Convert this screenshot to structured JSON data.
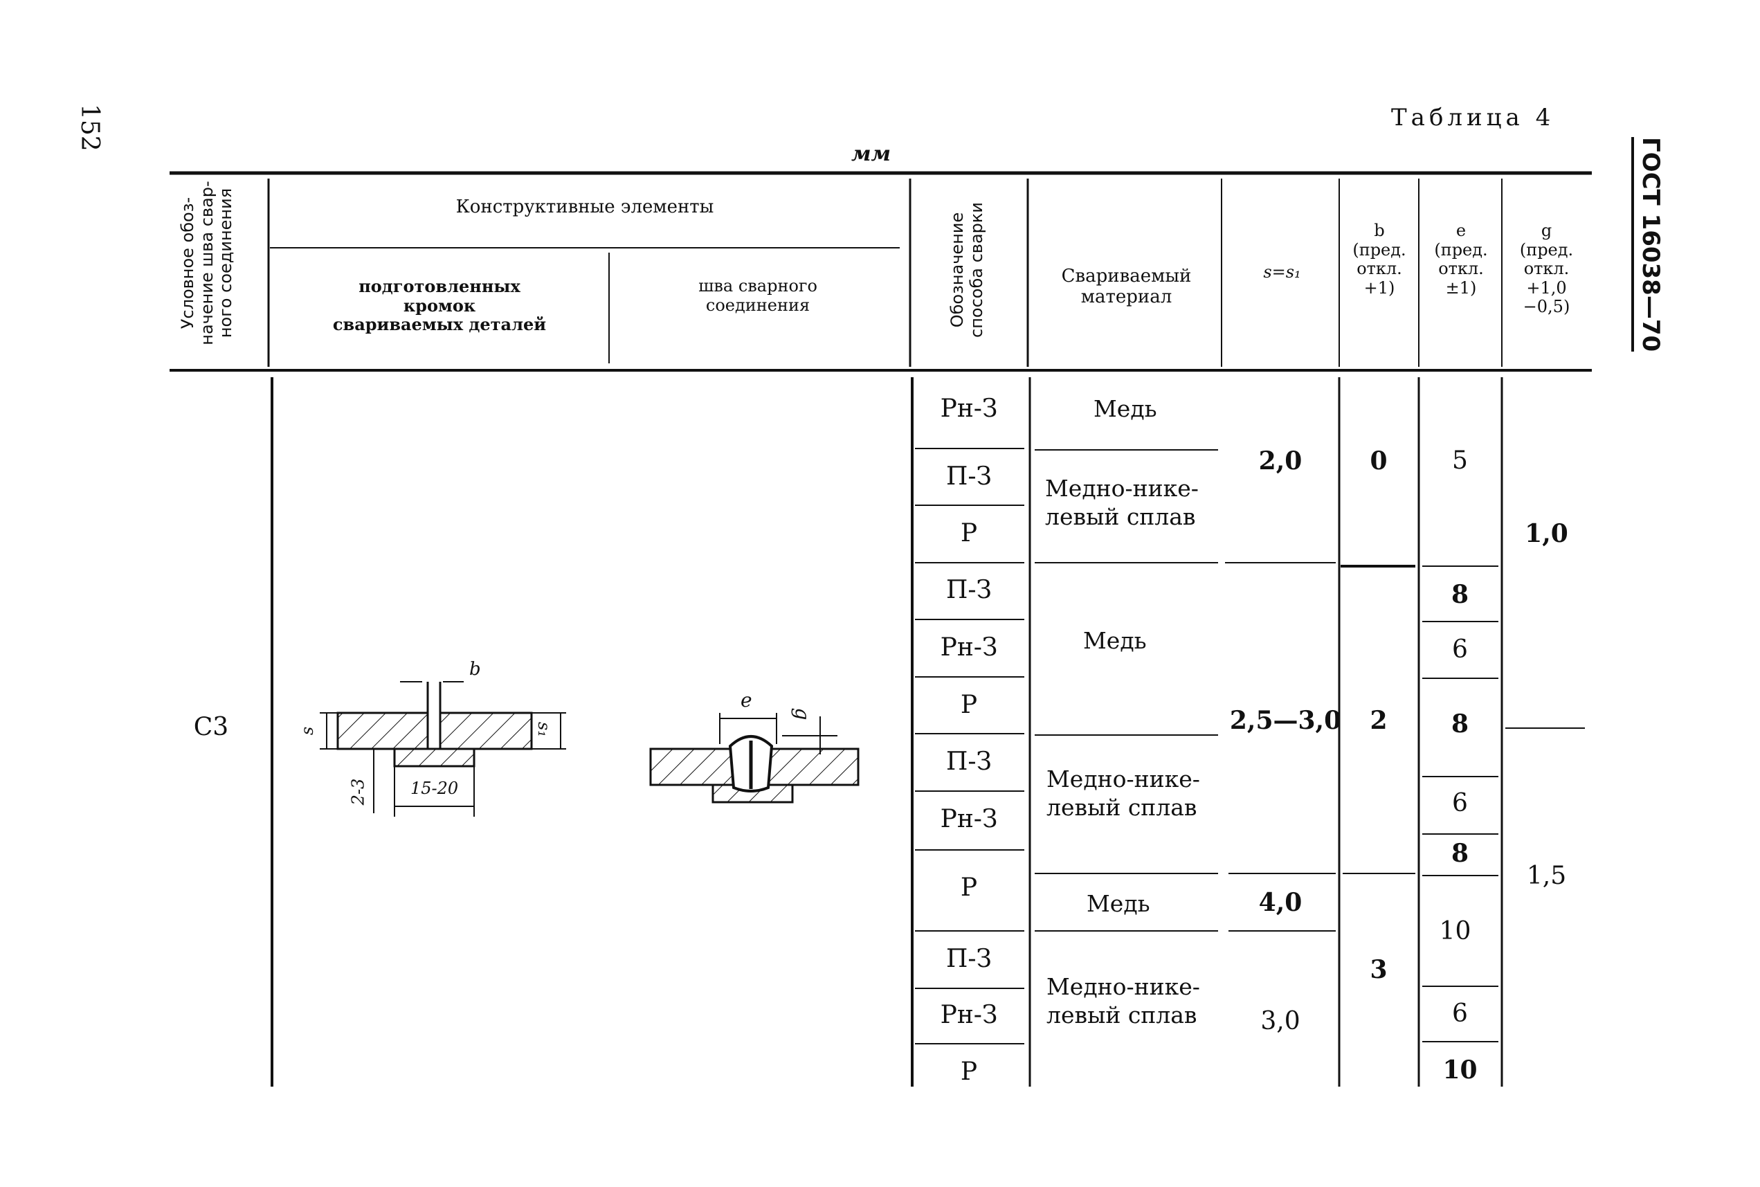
{
  "page_number": "152",
  "table_title": "Таблица 4",
  "units": "мм",
  "standard": "ГОСТ 16038—70",
  "headers": {
    "designation": "Условное обоз-\nначение шва свар-\nного соединения",
    "constructive": "Конструктивные элементы",
    "prepared_edges": "подготовленных\nкромок\nсвариваемых деталей",
    "weld_seam": "шва сварного\nсоединения",
    "method": "Обозначение\nспособа сварки",
    "material": "Свариваемый\nматериал",
    "s": "s=s₁",
    "b": "b\n(пред.\nоткл.\n+1)",
    "e": "e\n(пред.\nоткл.\n±1)",
    "g": "g\n(пред.\nоткл.\n+1,0\n−0,5)"
  },
  "row_code": "С3",
  "drawing_labels": {
    "b": "b",
    "s": "s",
    "s1": "s₁",
    "gap": "2-3",
    "width": "15-20",
    "e": "e",
    "g": "g"
  },
  "methods": [
    "Рн-З",
    "П-З",
    "Р",
    "П-З",
    "Рн-З",
    "Р",
    "П-З",
    "Рн-З",
    "Р",
    "П-З",
    "Рн-З",
    "Р"
  ],
  "materials": [
    "Медь",
    "Медно-нике-\nлевый сплав",
    "Медь",
    "Медно-нике-\nлевый сплав",
    "Медь",
    "Медно-нике-\nлевый сплав"
  ],
  "s_values": [
    "2,0",
    "2,5—3,0",
    "4,0",
    "3,0"
  ],
  "b_values": [
    "0",
    "2",
    "3"
  ],
  "e_values": [
    "5",
    "8",
    "6",
    "8",
    "6",
    "8",
    "10",
    "6",
    "10"
  ],
  "g_values": [
    "1,0",
    "1,5"
  ]
}
